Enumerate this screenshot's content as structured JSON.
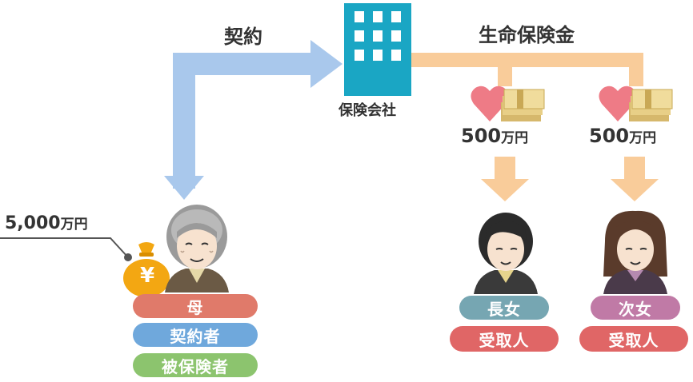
{
  "contract_label": "契約",
  "insurer": {
    "label": "保険会社"
  },
  "benefit_label": "生命保険金",
  "mother": {
    "assets_amount": "5,000",
    "assets_unit": "万円",
    "yen_symbol": "¥",
    "roles": [
      "母",
      "契約者",
      "被保険者"
    ]
  },
  "children": [
    {
      "amount": "500",
      "unit": "万円",
      "name": "長女",
      "role": "受取人"
    },
    {
      "amount": "500",
      "unit": "万円",
      "name": "次女",
      "role": "受取人"
    }
  ],
  "colors": {
    "blue_arrow": "#a9c8ec",
    "orange_arrow": "#f9cc9a",
    "building": "#1aa6c4",
    "mother_pill": "#e07a6a",
    "contractor_pill": "#6fa8dc",
    "insured_pill": "#8cc46e",
    "eldest_pill": "#76a6b2",
    "second_pill": "#c07aa6",
    "receiver_pill": "#e06666"
  }
}
